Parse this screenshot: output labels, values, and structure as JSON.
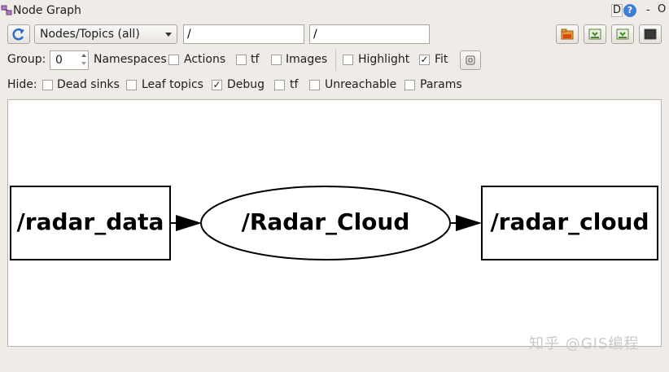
{
  "window": {
    "title": "Node Graph",
    "d_label": "D",
    "help_label": "?",
    "min_label": "-",
    "close_label": "O"
  },
  "toolbar": {
    "graph_type": "Nodes/Topics (all)",
    "namespace_filter": "/",
    "topic_filter": "/"
  },
  "group_row": {
    "group_label": "Group:",
    "group_value": "0",
    "namespaces_label": "Namespaces",
    "actions_label": "Actions",
    "tf_label": "tf",
    "images_label": "Images",
    "highlight_label": "Highlight",
    "fit_label": "Fit",
    "checks": {
      "namespaces": false,
      "actions": false,
      "images": false,
      "highlight": false,
      "fit": true
    }
  },
  "hide_row": {
    "hide_label": "Hide:",
    "dead_sinks_label": "Dead sinks",
    "leaf_topics_label": "Leaf topics",
    "debug_label": "Debug",
    "tf_label": "tf",
    "unreachable_label": "Unreachable",
    "params_label": "Params",
    "checks": {
      "dead_sinks": false,
      "leaf_topics": false,
      "debug": true,
      "tf": false,
      "unreachable": false,
      "params": false
    }
  },
  "graph": {
    "topic_in": "/radar_data",
    "node": "/Radar_Cloud",
    "topic_out": "/radar_cloud"
  },
  "watermark": "知乎 @GIS编程",
  "icons": {
    "title": "node-graph-app-icon",
    "refresh": "refresh-icon",
    "load": "open-folder-icon",
    "save_dot": "save-dot-icon",
    "save_svg": "save-svg-icon",
    "save_image": "save-image-icon",
    "fit": "fit-view-icon"
  },
  "colors": {
    "window_bg": "#efebe7",
    "canvas_bg": "#ffffff",
    "graph_stroke": "#000000",
    "help_blue": "#3d7fd6"
  }
}
